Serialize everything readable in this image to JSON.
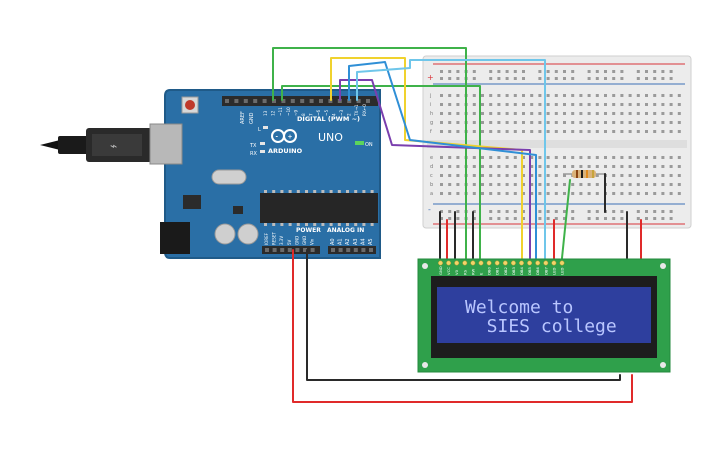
{
  "colors": {
    "board": "#2a6fa6",
    "board_dark": "#1f5a88",
    "header": "#2b2b2b",
    "breadboard": "#ececec",
    "rail_red": "#d9343a",
    "rail_blue": "#3d6fb6",
    "lcd_pcb": "#2fa04b",
    "lcd_bezel": "#1d1d1d",
    "lcd_screen": "#2e3f9e",
    "lcd_text": "#b9c6ff",
    "wire_red": "#e02a2a",
    "wire_black": "#2a2a2a",
    "wire_green": "#3fb24a",
    "wire_yellow": "#f0d22e",
    "wire_purple": "#7a3fae",
    "wire_blue": "#2f8fd6",
    "wire_cyan": "#6fc6ea"
  },
  "arduino": {
    "brand": "ARDUINO",
    "model": "UNO",
    "digital_label": "DIGITAL (PWM ~)",
    "power_label": "POWER",
    "analog_label": "ANALOG IN",
    "on_label": "ON",
    "tx_label": "TX",
    "rx_label": "RX",
    "l_label": "L",
    "aref_label": "AREF",
    "gnd_label": "GND",
    "digital_pins": [
      "13",
      "12",
      "~11",
      "~10",
      "~9",
      "8",
      "7",
      "~6",
      "~5",
      "4",
      "~3",
      "2",
      "TX→1",
      "RX←0"
    ],
    "power_pins": [
      "IOREF",
      "RESET",
      "3.3V",
      "5V",
      "GND",
      "GND",
      "Vin"
    ],
    "analog_pins": [
      "A0",
      "A1",
      "A2",
      "A3",
      "A4",
      "A5"
    ]
  },
  "breadboard": {
    "row_letters_top": [
      "j",
      "i",
      "h",
      "g",
      "f"
    ],
    "row_letters_bottom": [
      "e",
      "d",
      "c",
      "b",
      "a"
    ],
    "rail_plus": "+",
    "rail_minus": "-"
  },
  "lcd": {
    "pin_labels": [
      "GND",
      "VCC",
      "V0",
      "RS",
      "RW",
      "E",
      "DB0",
      "DB1",
      "DB2",
      "DB3",
      "DB4",
      "DB5",
      "DB6",
      "DB7",
      "LED",
      "LED"
    ],
    "line1": "Welcome to",
    "line2": "  SIES college"
  }
}
